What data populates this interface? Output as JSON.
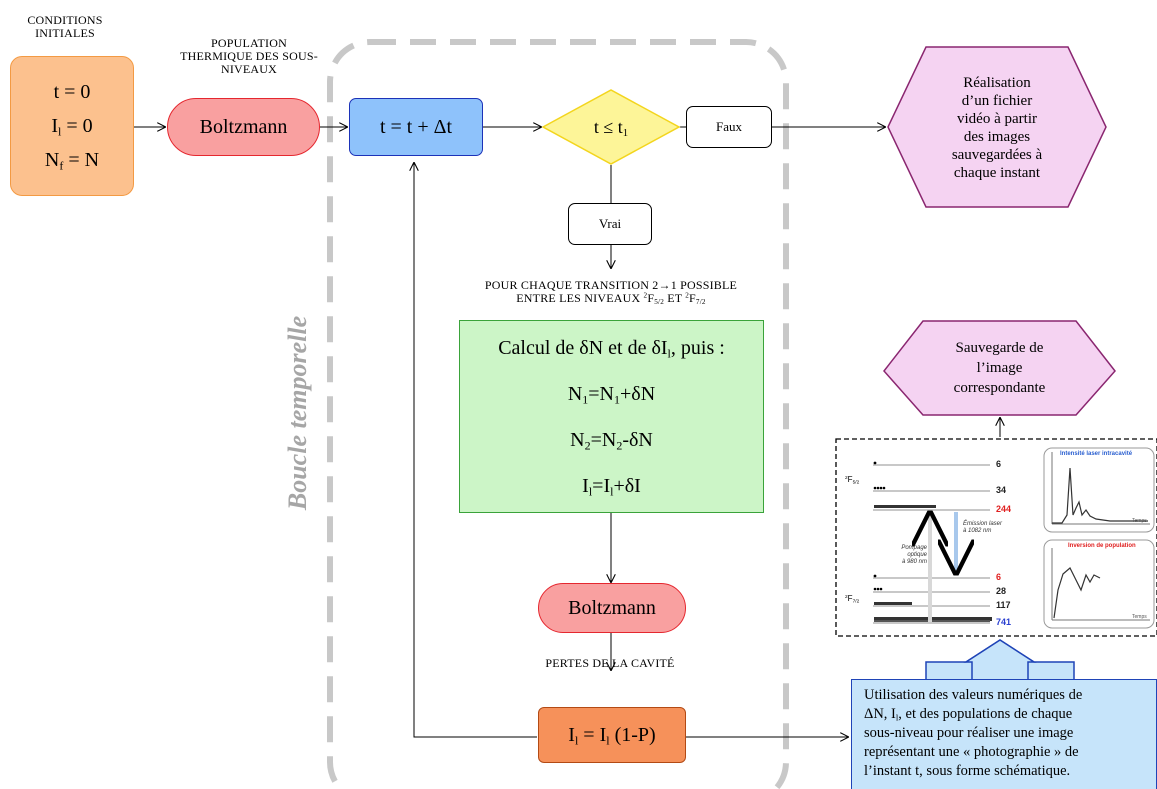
{
  "colors": {
    "initial_fill": "#fcc18e",
    "initial_stroke": "#f39a43",
    "boltzmann_fill": "#f9a0a0",
    "boltzmann_stroke": "#e5272f",
    "step_fill": "#8ec2fb",
    "step_stroke": "#1c32b8",
    "diamond_fill": "#fdf598",
    "diamond_stroke": "#f3d51d",
    "calc_fill": "#ccf5c7",
    "calc_stroke": "#3aa33a",
    "loss_fill": "#f6915a",
    "loss_stroke": "#b34a14",
    "hex_fill": "#f5d3f2",
    "hex_stroke": "#8a2670",
    "note_fill": "#c6e4fa",
    "note_stroke": "#1f44b7",
    "loop_dash": "#c8c8c8",
    "loop_label": "#a6a6a6"
  },
  "labels": {
    "conditions_initiales_1": "CONDITIONS",
    "conditions_initiales_2": "INITIALES",
    "population_1": "POPULATION",
    "population_2": "THERMIQUE DES SOUS-",
    "population_3": "NIVEAUX",
    "transition_1": "POUR CHAQUE TRANSITION 2→1 POSSIBLE",
    "transition_2_pre": "ENTRE LES NIVEAUX ",
    "transition_2_sup1": "2",
    "transition_2_f1": "F",
    "transition_2_sub1": "5/2",
    "transition_2_mid": " ET ",
    "transition_2_sup2": "2",
    "transition_2_f2": "F",
    "transition_2_sub2": "7/2",
    "pertes": "PERTES DE LA CAVITÉ",
    "boucle": "Boucle temporelle"
  },
  "nodes": {
    "initial": {
      "l1": "t = 0",
      "l2_main": "I",
      "l2_sub": "l",
      "l2_rest": " = 0",
      "l3_main": "N",
      "l3_sub": "f",
      "l3_rest": " = N"
    },
    "boltzmann_top": "Boltzmann",
    "step": "t = t + Δt",
    "condition_main": "t ≤ t",
    "condition_sub": "1",
    "faux": "Faux",
    "vrai": "Vrai",
    "video": [
      "Réalisation",
      "d’un fichier",
      "vidéo à partir",
      "des images",
      "sauvegardées à",
      "chaque instant"
    ],
    "calc": {
      "l1_pre": "Calcul de δN et de δI",
      "l1_sub": "l",
      "l1_post": ", puis :",
      "l2_a": "N",
      "l2_a_sub": "1",
      "l2_b": "=N",
      "l2_b_sub": "1",
      "l2_c": "+δN",
      "l3_a": "N",
      "l3_a_sub": "2",
      "l3_b": "=N",
      "l3_b_sub": "2",
      "l3_c": "-δN",
      "l4_a": "I",
      "l4_a_sub": "l",
      "l4_b": "=I",
      "l4_b_sub": "l",
      "l4_c": "+δI"
    },
    "boltzmann_bottom": "Boltzmann",
    "loss": {
      "a": "I",
      "a_sub": "l",
      "b": " = I",
      "b_sub": "l",
      "c": " (1-P)"
    },
    "save": [
      "Sauvegarde de",
      "l’image",
      "correspondante"
    ],
    "note": {
      "l1": "Utilisation des valeurs numériques de",
      "l2_a": "ΔN, I",
      "l2_sub": "l",
      "l2_b": ", et des populations de chaque",
      "l3": "sous-niveau pour réaliser une image",
      "l4": "représentant une « photographie » de",
      "l5": "l’instant t, sous forme schématique."
    }
  },
  "snapshot": {
    "upper_term_main": "F",
    "upper_term_sup": "2",
    "upper_term_sub": "5/2",
    "lower_term_main": "F",
    "lower_term_sup": "2",
    "lower_term_sub": "7/2",
    "upper_counts": [
      "6",
      "34",
      "244"
    ],
    "lower_counts": [
      "6",
      "28",
      "117",
      "741"
    ],
    "pump_1": "Pompage optique",
    "pump_2": "à 980 nm",
    "emit_1": "Émission laser",
    "emit_2": "à 1082 nm",
    "chart_top_title": "Intensité laser intracavité",
    "chart_top_axis": "Temps",
    "chart_bottom_title": "Inversion de population",
    "chart_bottom_axis": "Temps"
  }
}
